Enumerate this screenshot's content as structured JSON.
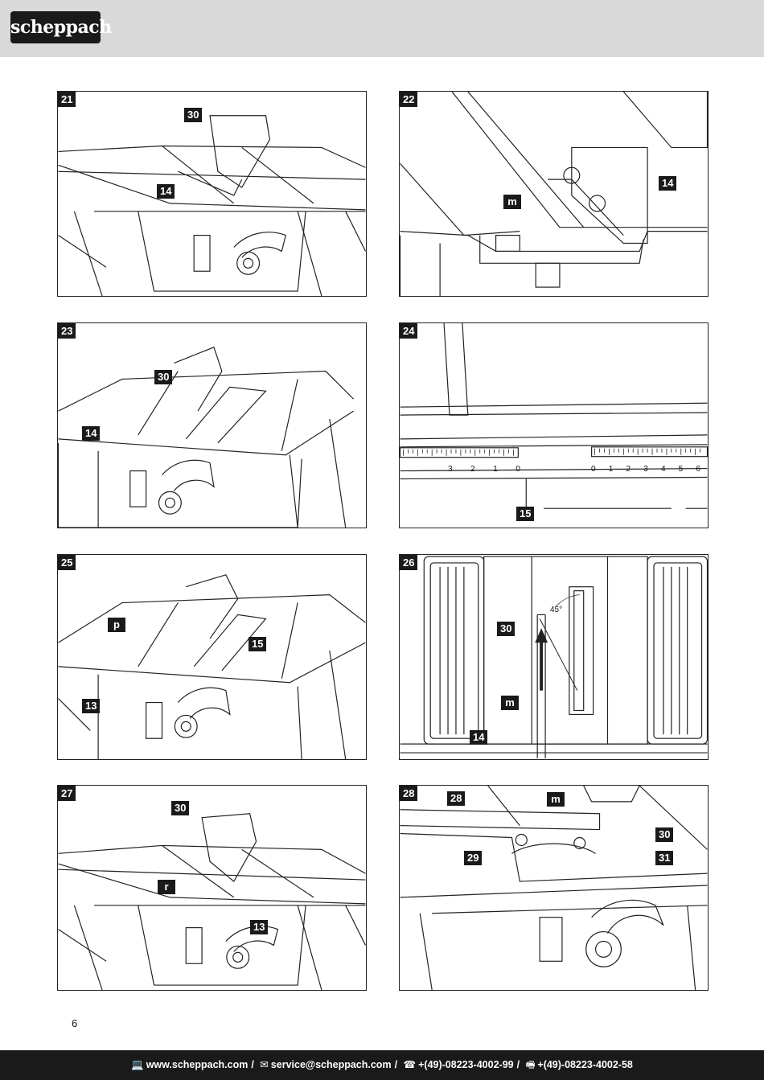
{
  "header": {
    "brand": "scheppach"
  },
  "figures": [
    {
      "num": "21",
      "callouts": [
        "30",
        "14"
      ]
    },
    {
      "num": "22",
      "callouts": [
        "m",
        "14"
      ]
    },
    {
      "num": "23",
      "callouts": [
        "30",
        "14"
      ]
    },
    {
      "num": "24",
      "callouts": [
        "15"
      ],
      "scale_left": [
        "3",
        "2",
        "1",
        "0"
      ],
      "scale_right": [
        "0",
        "1",
        "2",
        "3",
        "4",
        "5",
        "6"
      ]
    },
    {
      "num": "25",
      "callouts": [
        "p",
        "15",
        "13"
      ]
    },
    {
      "num": "26",
      "callouts": [
        "30",
        "m",
        "14"
      ],
      "angle": "45°"
    },
    {
      "num": "27",
      "callouts": [
        "30",
        "r",
        "13"
      ]
    },
    {
      "num": "28",
      "callouts": [
        "28",
        "m",
        "30",
        "29",
        "31"
      ]
    }
  ],
  "page_number": "6",
  "footer": {
    "web": "www.scheppach.com",
    "email": "service@scheppach.com",
    "phone": "+(49)-08223-4002-99",
    "fax": "+(49)-08223-4002-58",
    "icons": [
      "computer-icon",
      "mail-icon",
      "phone-icon",
      "fax-icon"
    ]
  }
}
